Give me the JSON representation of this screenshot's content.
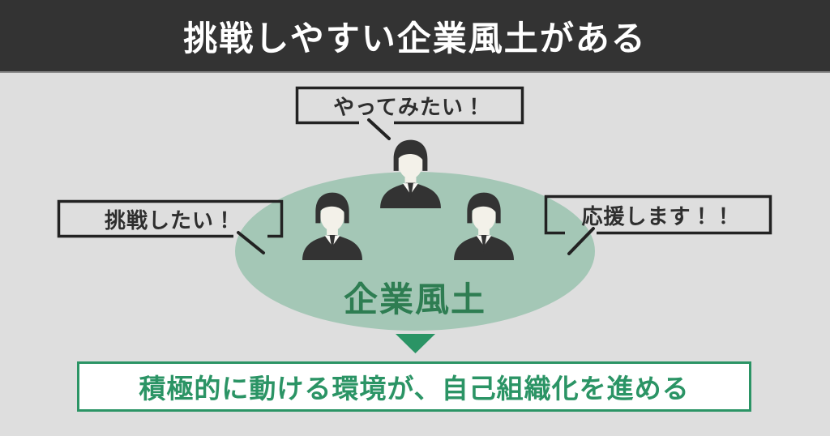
{
  "header": {
    "title": "挑戦しやすい企業風土がある"
  },
  "diagram": {
    "bubbles": [
      {
        "position": "top",
        "label": "やってみたい！"
      },
      {
        "position": "left",
        "label": "挑戦したい！"
      },
      {
        "position": "right",
        "label": "応援します！！"
      }
    ],
    "ellipse_label": "企業風土",
    "icons": [
      "businessperson-icon",
      "businessperson-icon",
      "businessperson-icon",
      "down-arrow-icon"
    ],
    "people_count": 3
  },
  "conclusion": {
    "text": "積極的に動ける環境が、自己組織化を進める"
  },
  "colors": {
    "header_bg": "#333333",
    "header_text": "#ffffff",
    "page_bg": "#dedede",
    "ellipse_fill": "#a4c7b6",
    "ellipse_label_green": "#2e7d52",
    "accent_green": "#2b9465",
    "bubble_border_dark": "#222222",
    "dark": "#333333",
    "face_tone": "#f3f1e9",
    "conclusion_bg": "#ffffff"
  }
}
